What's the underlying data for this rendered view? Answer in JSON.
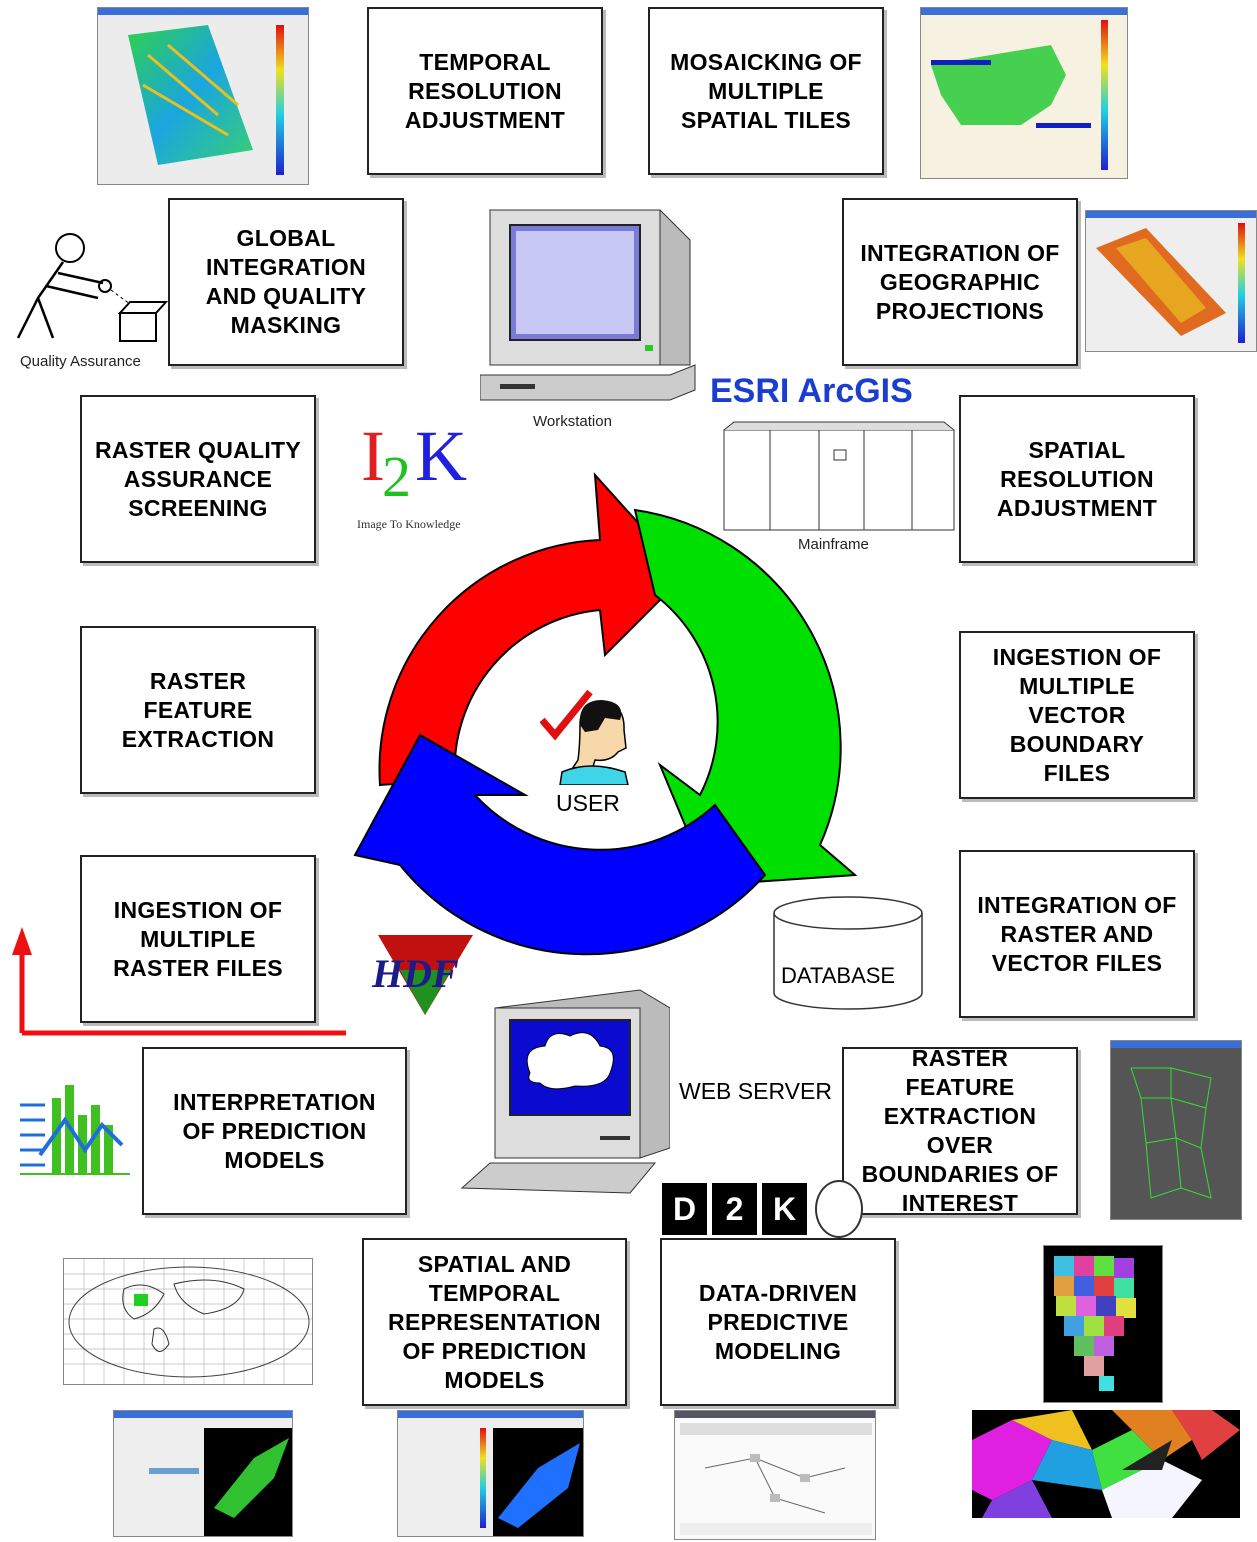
{
  "boxes": {
    "temporal": "TEMPORAL\nRESOLUTION\nADJUSTMENT",
    "mosaicking": "MOSAICKING OF\nMULTIPLE\nSPATIAL TILES",
    "global": "GLOBAL\nINTEGRATION\nAND QUALITY\nMASKING",
    "projections": "INTEGRATION OF\nGEOGRAPHIC\nPROJECTIONS",
    "raster_qa": "RASTER QUALITY\nASSURANCE\nSCREENING",
    "spatial_res": "SPATIAL\nRESOLUTION\nADJUSTMENT",
    "raster_feature": "RASTER\nFEATURE\nEXTRACTION",
    "vector_ingest": "INGESTION OF\nMULTIPLE\nVECTOR\nBOUNDARY\nFILES",
    "raster_ingest": "INGESTION OF\nMULTIPLE\nRASTER FILES",
    "raster_vector": "INTEGRATION OF\nRASTER AND\nVECTOR FILES",
    "interpretation": "INTERPRETATION\nOF PREDICTION\nMODELS",
    "feature_boundaries": "RASTER\nFEATURE\nEXTRACTION\nOVER\nBOUNDARIES OF\nINTEREST",
    "spatial_temporal": "SPATIAL AND\nTEMPORAL\nREPRESENTATION\nOF PREDICTION\nMODELS",
    "data_driven": "DATA-DRIVEN\nPREDICTIVE\nMODELING"
  },
  "labels": {
    "quality_assurance": "Quality Assurance",
    "workstation": "Workstation",
    "esri": "ESRI ArcGIS",
    "mainframe": "Mainframe",
    "i2k_tagline": "Image To Knowledge",
    "user": "USER",
    "database": "DATABASE",
    "web_server": "WEB SERVER",
    "hdf": "HDF",
    "d2k": [
      "D",
      "2",
      "K"
    ]
  },
  "logo_i2k": {
    "i": "I",
    "two": "2",
    "k": "K"
  },
  "colors": {
    "arrow_red": "#ff0000",
    "arrow_green": "#00e000",
    "arrow_blue": "#0000ff",
    "esri_blue": "#1a3fd0"
  }
}
